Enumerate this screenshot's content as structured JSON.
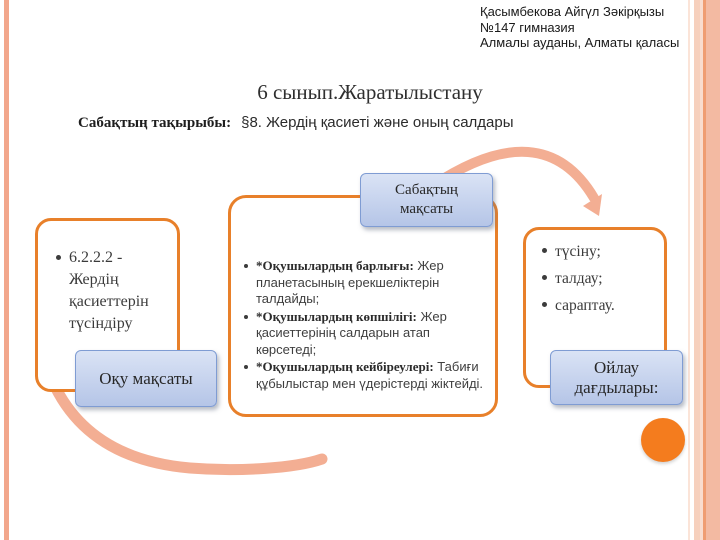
{
  "slide": {
    "author_block": {
      "lines": [
        "Қасымбекова Айгүл Зәкірқызы",
        "№147 гимназия",
        "Алмалы ауданы, Алматы қаласы"
      ]
    },
    "title": "6 сынып.Жаратылыстану",
    "topic_label": "Сабақтың тақырыбы:",
    "topic_text": "§8. Жердің қасиеті және оның салдары",
    "boxes": {
      "learning_objective": {
        "label": "Оқу мақсаты",
        "items": [
          {
            "text": "6.2.2.2 - Жердің қасиеттерін түсіндіру"
          }
        ]
      },
      "lesson_goal": {
        "label": "Сабақтың мақсаты",
        "items": [
          {
            "head": "*Оқушылардың барлығы:",
            "text": "Жер планетасының ерекшеліктерін талдайды;"
          },
          {
            "head": "*Оқушылардың көпшілігі:",
            "text": "Жер қасиеттерінің салдарын атап көрсетеді;"
          },
          {
            "head": "*Оқушылардың кейбіреулері:",
            "text": "Табиғи құбылыстар мен үдерістерді жіктейді."
          }
        ]
      },
      "thinking_skills": {
        "label": "Ойлау дағдылары:",
        "items": [
          {
            "text": "түсіну;"
          },
          {
            "text": "талдау;"
          },
          {
            "text": "сараптау."
          }
        ]
      }
    }
  },
  "colors": {
    "accent-orange": "#E8802A",
    "arc-salmon": "#F3AE93",
    "circle-orange": "#F47C1E",
    "label-blue-top": "#DAE3F5",
    "label-blue-bottom": "#B5C5E7",
    "label-border": "#7F9CD3",
    "stripe-salmon": "#F2A78C",
    "text-dark": "#333333"
  }
}
